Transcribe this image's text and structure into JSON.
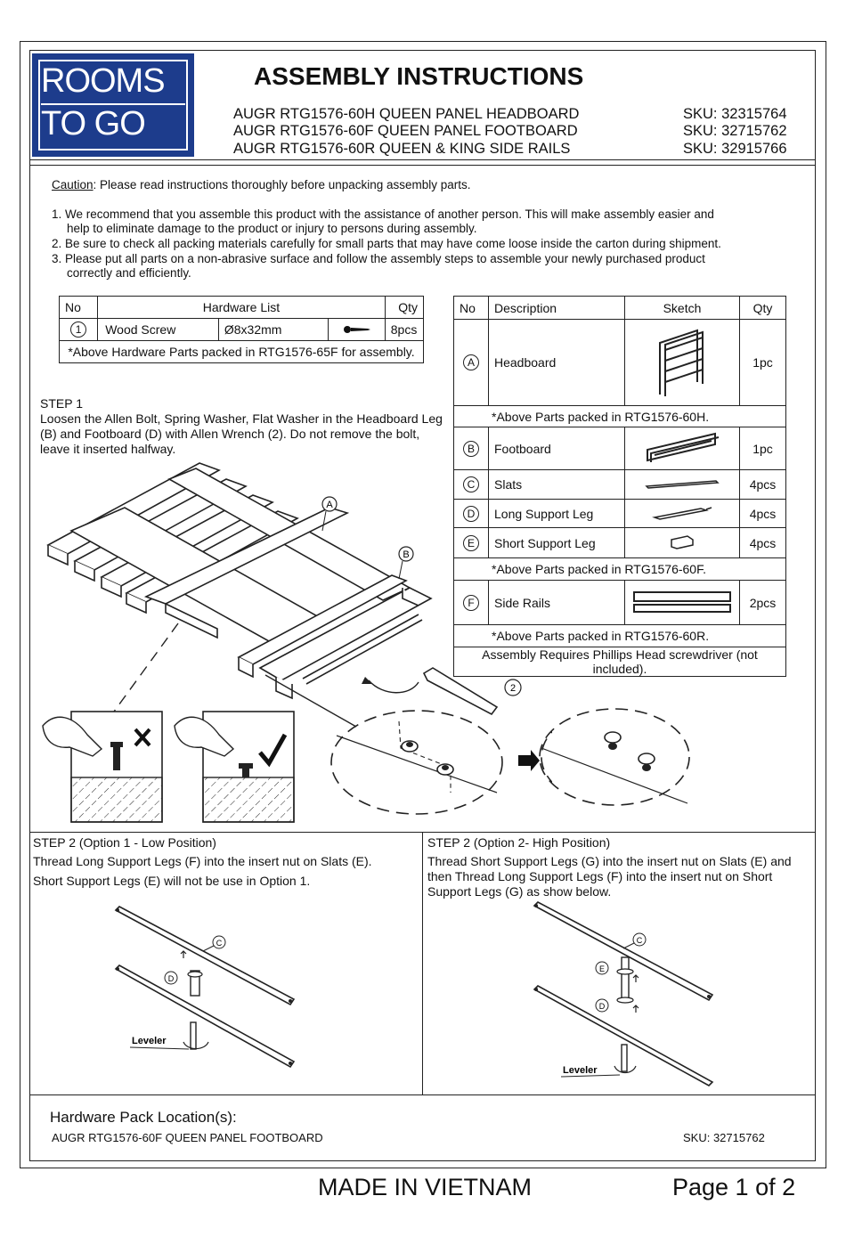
{
  "logo": {
    "line1": "ROOMS",
    "line2": "TO GO"
  },
  "header": {
    "title": "ASSEMBLY INSTRUCTIONS",
    "products": [
      {
        "name": "AUGR RTG1576-60H QUEEN PANEL HEADBOARD",
        "sku": "SKU: 32315764"
      },
      {
        "name": "AUGR RTG1576-60F QUEEN PANEL FOOTBOARD",
        "sku": "SKU: 32715762"
      },
      {
        "name": "AUGR RTG1576-60R QUEEN & KING SIDE RAILS",
        "sku": "SKU: 32915766"
      }
    ]
  },
  "caution": {
    "label": "Caution",
    "text": ": Please read instructions thoroughly before unpacking assembly parts."
  },
  "notes": [
    "1. We recommend that you assemble this product with the assistance of another person. This will make assembly easier and",
    "help to eliminate damage to the product or injury to persons during assembly.",
    "2. Be sure to check all packing materials carefully for small parts that may have come loose inside the carton during shipment.",
    "3. Please put all parts on a non-abrasive surface and follow the assembly steps to assemble your newly purchased product",
    "correctly and efficiently."
  ],
  "hardware_table": {
    "headers": {
      "no": "No",
      "list": "Hardware List",
      "qty": "Qty"
    },
    "row": {
      "no": "1",
      "name": "Wood Screw",
      "size": "Ø8x32mm",
      "qty": "8pcs"
    },
    "note": "*Above Hardware Parts packed in RTG1576-65F for assembly."
  },
  "parts_table": {
    "headers": {
      "no": "No",
      "desc": "Description",
      "sketch": "Sketch",
      "qty": "Qty"
    },
    "rows": [
      {
        "no": "A",
        "desc": "Headboard",
        "qty": "1pc"
      },
      {
        "note": "*Above Parts packed in RTG1576-60H."
      },
      {
        "no": "B",
        "desc": "Footboard",
        "qty": "1pc"
      },
      {
        "no": "C",
        "desc": "Slats",
        "qty": "4pcs"
      },
      {
        "no": "D",
        "desc": "Long Support Leg",
        "qty": "4pcs"
      },
      {
        "no": "E",
        "desc": "Short Support Leg",
        "qty": "4pcs"
      },
      {
        "note": "*Above Parts packed in RTG1576-60F."
      },
      {
        "no": "F",
        "desc": "Side Rails",
        "qty": "2pcs"
      },
      {
        "note": "*Above Parts packed in RTG1576-60R."
      }
    ],
    "footer": "Assembly Requires Phillips Head screwdriver (not included)."
  },
  "step1": {
    "title": "STEP 1",
    "lines": [
      "Loosen the Allen Bolt, Spring Washer, Flat Washer in the Headboard Leg",
      "(B) and Footboard (D) with Allen Wrench (2). Do not remove the bolt,",
      "leave it inserted halfway."
    ],
    "callouts": {
      "a": "A",
      "b": "B",
      "two": "2"
    }
  },
  "step2_low": {
    "title": "STEP 2 (Option 1 - Low Position)",
    "line1": "Thread Long Support Legs (F) into the insert nut on Slats (E).",
    "line2": "Short Support Legs (E) will not be use in Option 1.",
    "labels": {
      "c": "C",
      "d": "D",
      "leveler": "Leveler"
    }
  },
  "step2_high": {
    "title": "STEP 2 (Option 2- High Position)",
    "lines": [
      "Thread Short Support Legs (G) into the insert nut on Slats (E) and",
      "then Thread Long Support Legs (F) into the insert nut on Short",
      "Support Legs (G) as show below."
    ],
    "labels": {
      "c": "C",
      "e": "E",
      "d": "D",
      "leveler": "Leveler"
    }
  },
  "hardware_pack": {
    "title": "Hardware Pack Location(s):",
    "item": "AUGR RTG1576-60F QUEEN PANEL FOOTBOARD",
    "sku": "SKU: 32715762"
  },
  "footer": {
    "made_in": "MADE IN VIETNAM",
    "page": "Page 1 of 2"
  }
}
